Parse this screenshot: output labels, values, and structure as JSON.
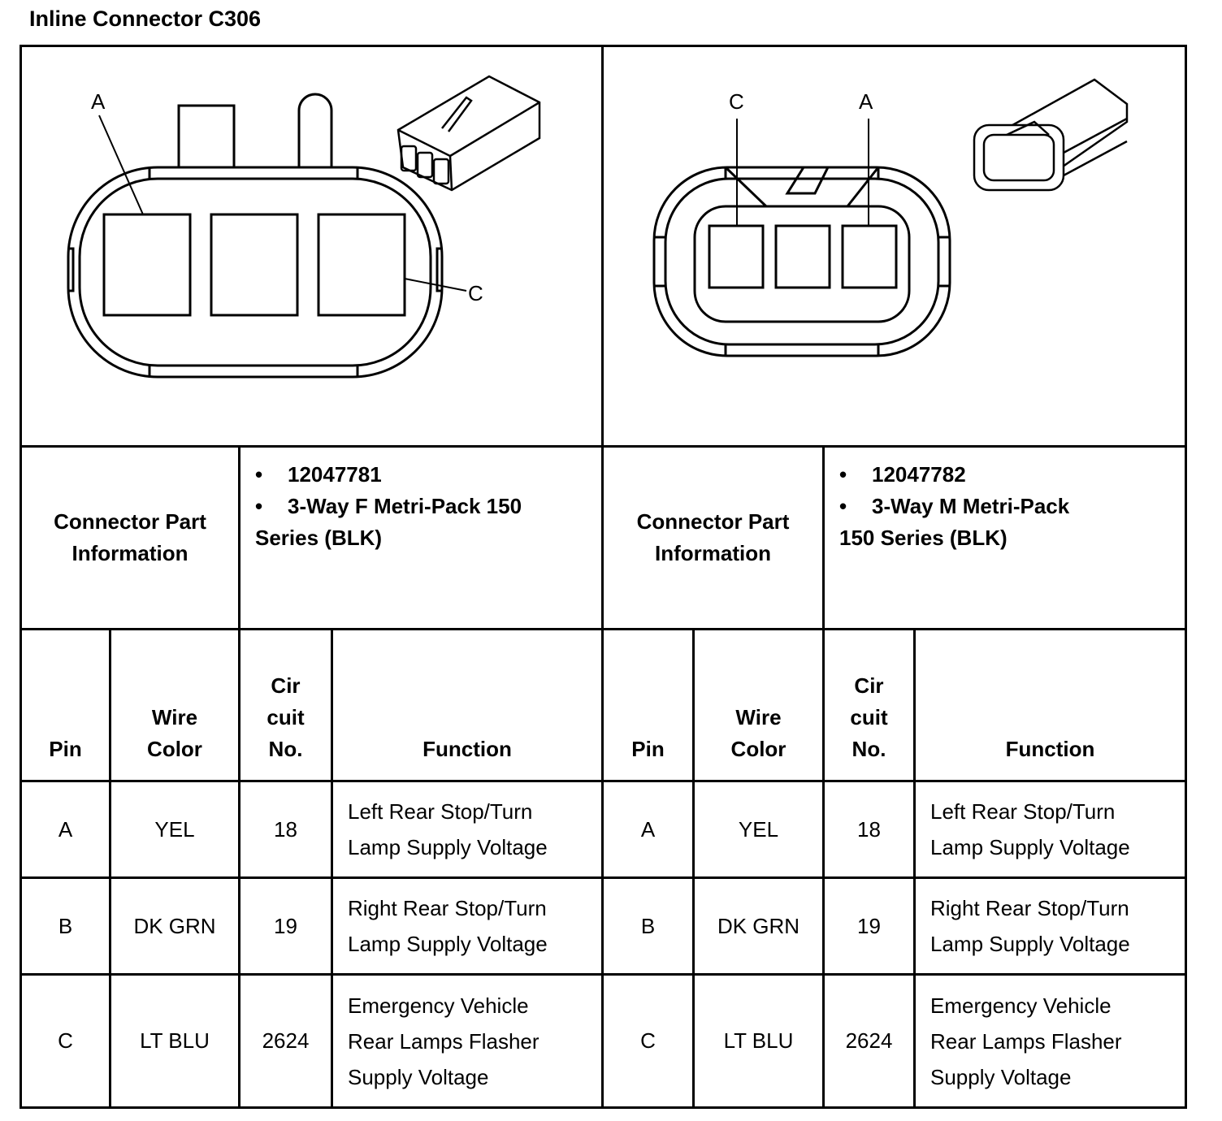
{
  "title": "Inline Connector C306",
  "left": {
    "pin_labels": {
      "a": "A",
      "c": "C"
    },
    "part_info_label": "Connector Part\nInformation",
    "part_number": "12047781",
    "part_description_1": "3-Way F Metri-Pack 150",
    "part_description_2": "Series (BLK)",
    "headers": {
      "pin": "Pin",
      "wire_color": "Wire\nColor",
      "circuit_no": "Cir\ncuit\nNo.",
      "function": "Function"
    },
    "rows": [
      {
        "pin": "A",
        "wire_color": "YEL",
        "circuit": "18",
        "function": "Left Rear Stop/Turn\nLamp Supply Voltage"
      },
      {
        "pin": "B",
        "wire_color": "DK GRN",
        "circuit": "19",
        "function": "Right Rear Stop/Turn\nLamp Supply Voltage"
      },
      {
        "pin": "C",
        "wire_color": "LT BLU",
        "circuit": "2624",
        "function": "Emergency Vehicle\nRear Lamps Flasher\nSupply Voltage"
      }
    ]
  },
  "right": {
    "pin_labels": {
      "a": "A",
      "c": "C"
    },
    "part_info_label": "Connector Part\nInformation",
    "part_number": "12047782",
    "part_description_1": "3-Way M Metri-Pack",
    "part_description_2": "150 Series (BLK)",
    "headers": {
      "pin": "Pin",
      "wire_color": "Wire\nColor",
      "circuit_no": "Cir\ncuit\nNo.",
      "function": "Function"
    },
    "rows": [
      {
        "pin": "A",
        "wire_color": "YEL",
        "circuit": "18",
        "function": "Left Rear Stop/Turn\nLamp Supply Voltage"
      },
      {
        "pin": "B",
        "wire_color": "DK GRN",
        "circuit": "19",
        "function": "Right Rear Stop/Turn\nLamp Supply Voltage"
      },
      {
        "pin": "C",
        "wire_color": "LT BLU",
        "circuit": "2624",
        "function": "Emergency Vehicle\nRear Lamps Flasher\nSupply Voltage"
      }
    ]
  }
}
